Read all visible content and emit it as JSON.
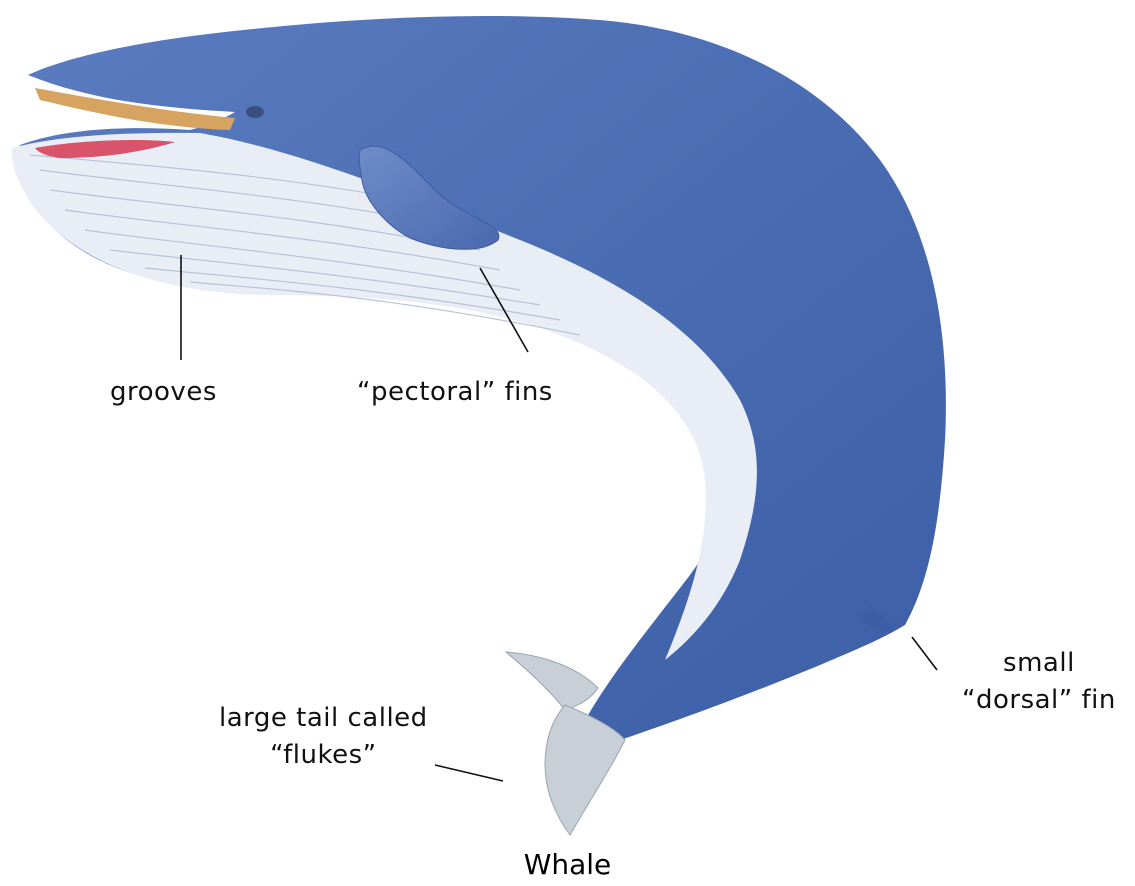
{
  "colors": {
    "body_blue": "#4f72b8",
    "body_dark": "#2f4f93",
    "belly_white": "#eef1f7",
    "mouth_pink": "#d9546a",
    "baleen_tan": "#d6a460",
    "fluke_grey": "#c9cfd6"
  },
  "labels": {
    "grooves": "grooves",
    "pectoral_fins": "“pectoral” fins",
    "dorsal_line1": "small",
    "dorsal_line2": "“dorsal” fin",
    "flukes_line1": "large tail called",
    "flukes_line2": "“flukes”"
  },
  "caption": "Whale"
}
